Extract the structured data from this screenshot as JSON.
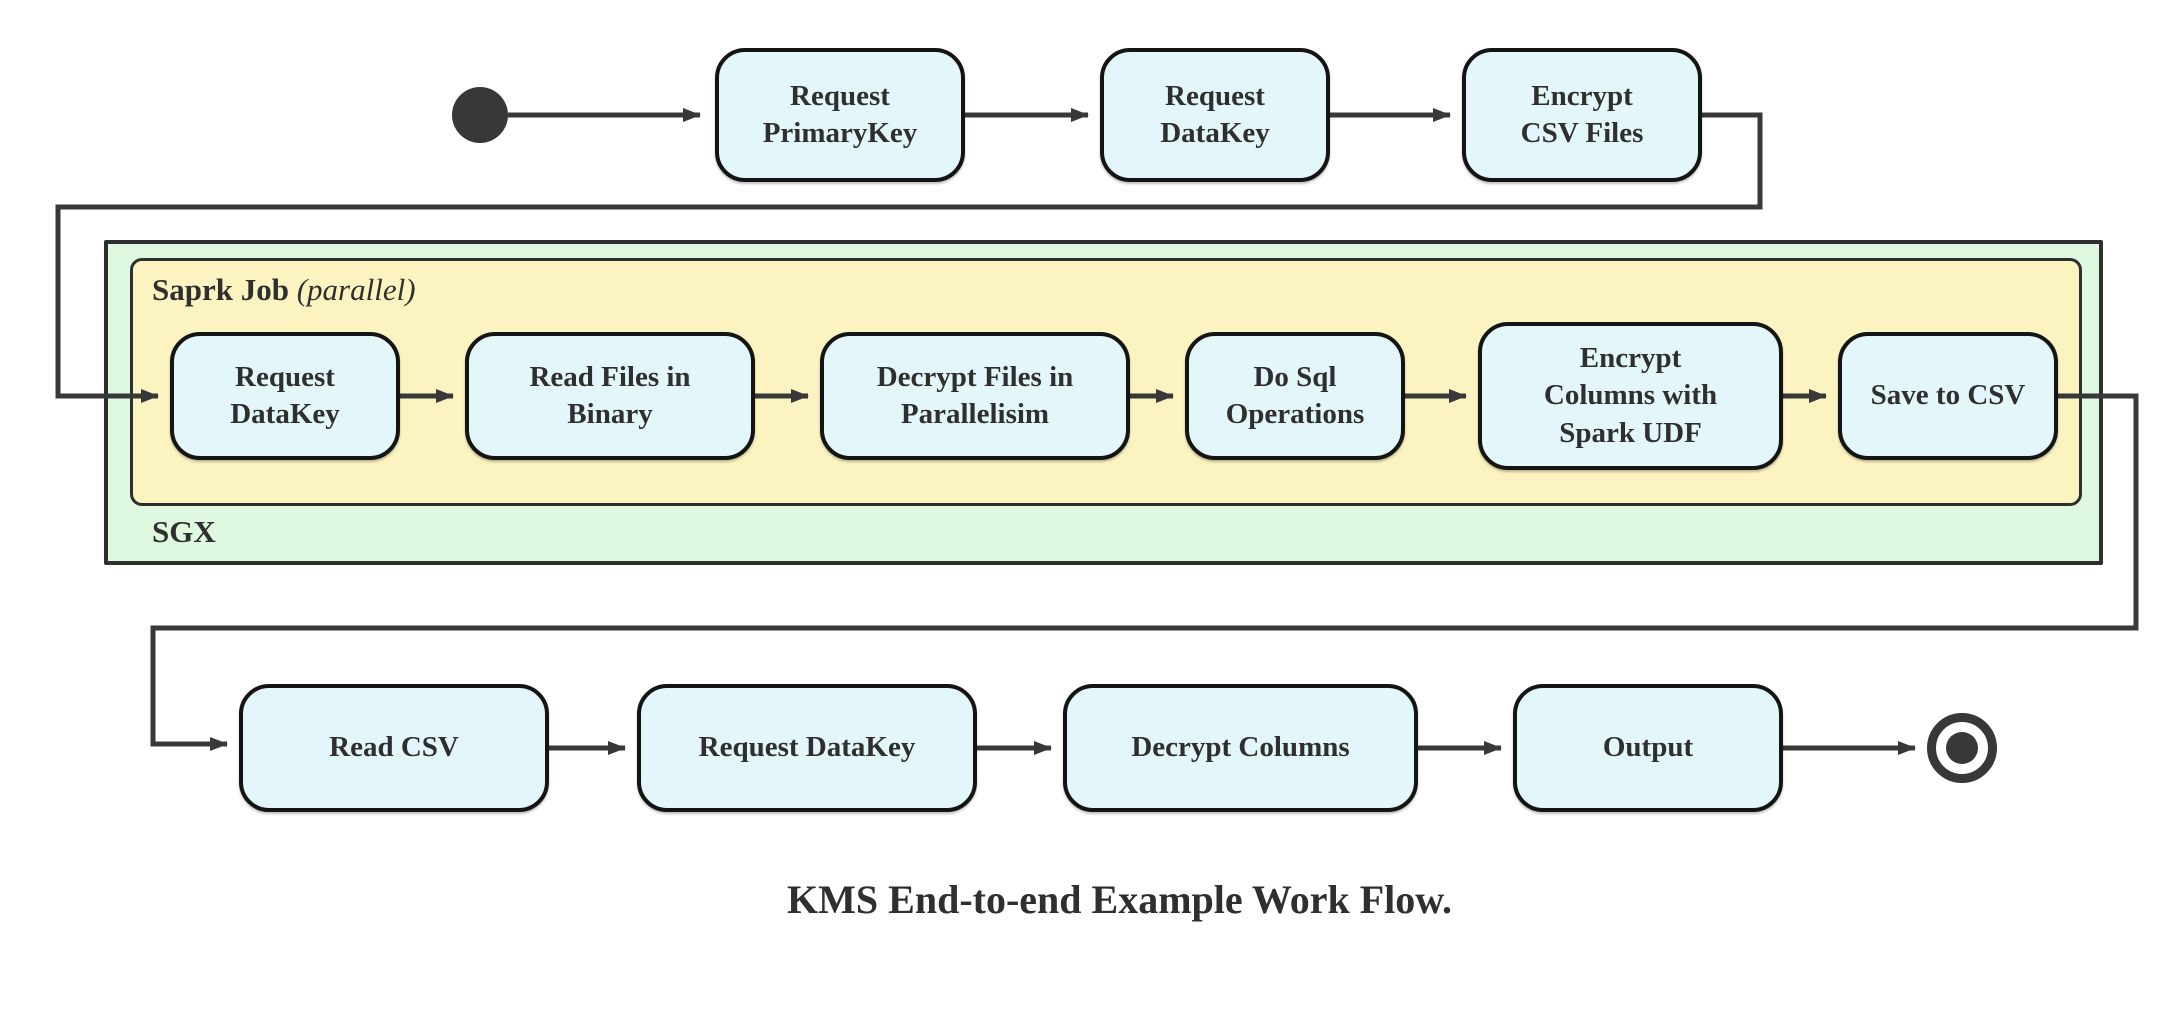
{
  "diagram": {
    "caption": "KMS End-to-end Example Work Flow.",
    "containers": {
      "spark_job": {
        "label": "Saprk Job",
        "qualifier": "(parallel)"
      },
      "sgx": {
        "label": "SGX"
      }
    },
    "nodes": {
      "t1": {
        "label": "Request PrimaryKey"
      },
      "t2": {
        "label": "Request DataKey"
      },
      "t3": {
        "label": "Encrypt CSV Files"
      },
      "s1": {
        "label": "Request DataKey"
      },
      "s2": {
        "label": "Read Files in Binary"
      },
      "s3": {
        "label": "Decrypt Files in Parallelisim"
      },
      "s4": {
        "label": "Do Sql Operations"
      },
      "s5": {
        "label": "Encrypt Columns with Spark UDF"
      },
      "s6": {
        "label": "Save to CSV"
      },
      "b1": {
        "label": "Read CSV"
      },
      "b2": {
        "label": "Request DataKey"
      },
      "b3": {
        "label": "Decrypt Columns"
      },
      "b4": {
        "label": "Output"
      }
    },
    "colors": {
      "node_fill": "#e3f7fa",
      "node_border": "#141414",
      "sgx_fill": "#dff8e0",
      "spark_fill": "#fbf4c0",
      "container_border": "#2f2f2f",
      "edge": "#383838",
      "text": "#2f2f2f"
    }
  }
}
